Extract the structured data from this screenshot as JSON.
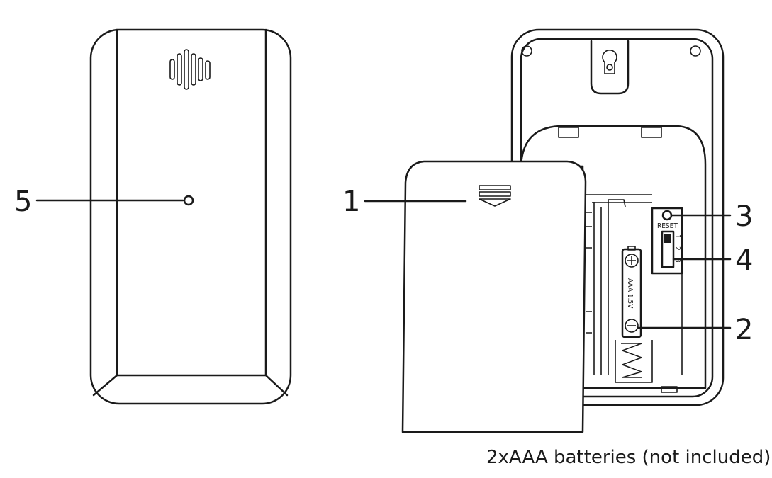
{
  "callouts": {
    "c1": "1",
    "c2": "2",
    "c3": "3",
    "c4": "4",
    "c5": "5"
  },
  "reset_label": "RESET",
  "switch_positions": [
    "1",
    "2",
    "3"
  ],
  "battery_label": "AAA 1.5V",
  "caption": "2xAAA batteries (not included)"
}
